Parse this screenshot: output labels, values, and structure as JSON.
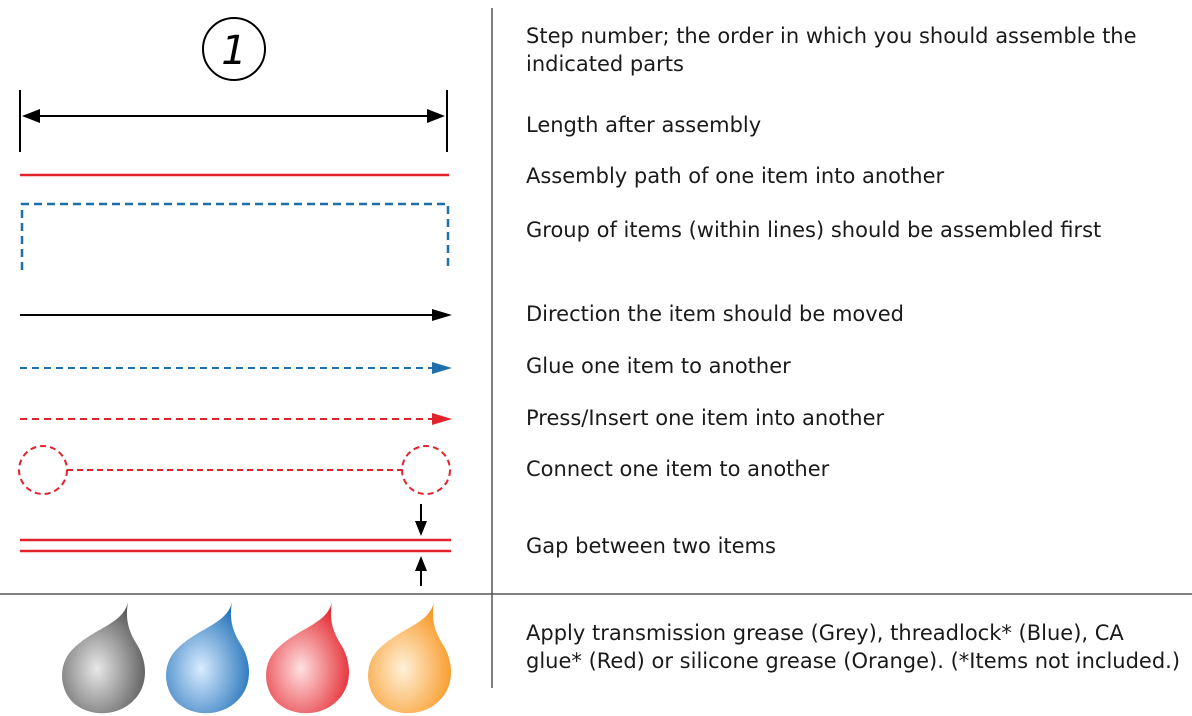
{
  "step_symbol": {
    "number": "1"
  },
  "legend": [
    {
      "id": "step-number",
      "description": "Step number; the order in which you should assemble the indicated parts"
    },
    {
      "id": "length-after-assembly",
      "description": "Length after assembly"
    },
    {
      "id": "assembly-path",
      "description": "Assembly path of one item into another",
      "color": "#e3232b"
    },
    {
      "id": "group-of-items",
      "description": "Group of items (within lines) should be assembled first",
      "color": "#1f6fa8"
    },
    {
      "id": "direction",
      "description": "Direction the item should be moved",
      "color": "#000000"
    },
    {
      "id": "glue",
      "description": "Glue one item to another",
      "color": "#1f6fa8"
    },
    {
      "id": "press-insert",
      "description": "Press/Insert one item into another",
      "color": "#e3232b"
    },
    {
      "id": "connect",
      "description": "Connect one item to another",
      "color": "#e3232b"
    },
    {
      "id": "gap",
      "description": "Gap between two items",
      "color": "#e3232b"
    }
  ],
  "grease": {
    "description": "Apply transmission grease (Grey), threadlock* (Blue), CA glue* (Red) or silicone grease (Orange). (*Items not included.)",
    "drops": [
      {
        "name": "grey",
        "color": "#555555",
        "highlight": "#e8e8e8"
      },
      {
        "name": "blue",
        "color": "#1f6fb8",
        "highlight": "#d8ecff"
      },
      {
        "name": "red",
        "color": "#e3232b",
        "highlight": "#ffe0e0"
      },
      {
        "name": "orange",
        "color": "#f7941d",
        "highlight": "#fff1d8"
      }
    ]
  }
}
